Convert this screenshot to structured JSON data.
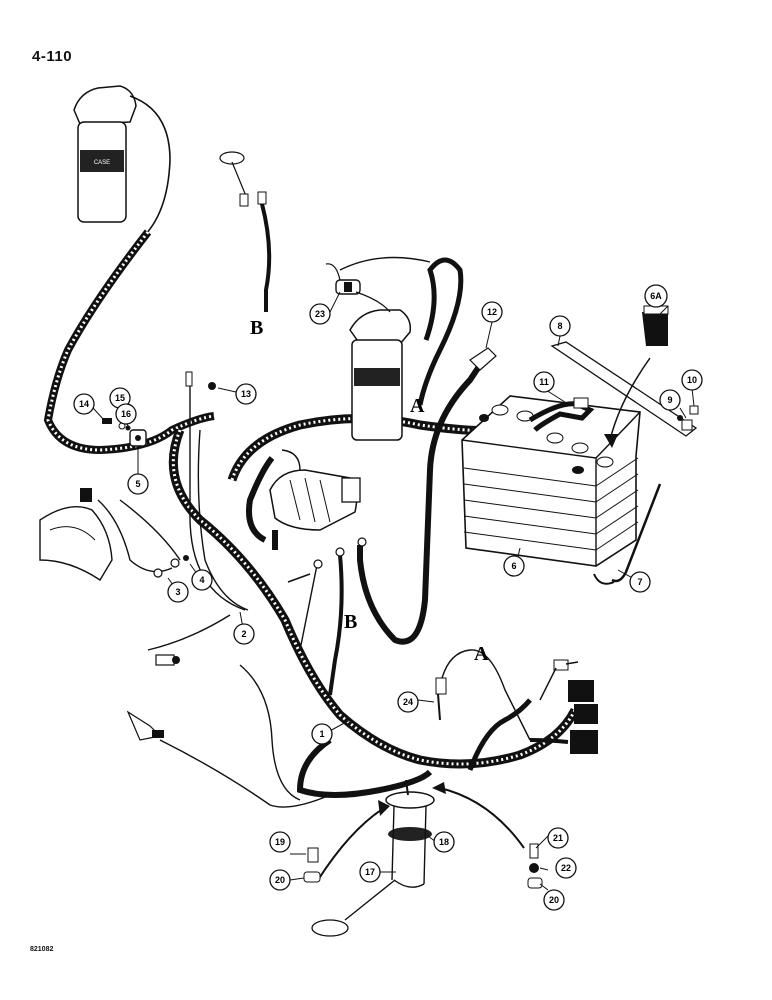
{
  "page_number": "4-110",
  "figure_code": "821082",
  "callouts": [
    "1",
    "2",
    "3",
    "4",
    "5",
    "6",
    "6A",
    "7",
    "8",
    "9",
    "10",
    "11",
    "12",
    "13",
    "14",
    "15",
    "16",
    "17",
    "18",
    "19",
    "20",
    "20",
    "21",
    "22",
    "23",
    "24"
  ],
  "letters": [
    "A",
    "A",
    "B",
    "B"
  ],
  "decal_text": "CASE"
}
